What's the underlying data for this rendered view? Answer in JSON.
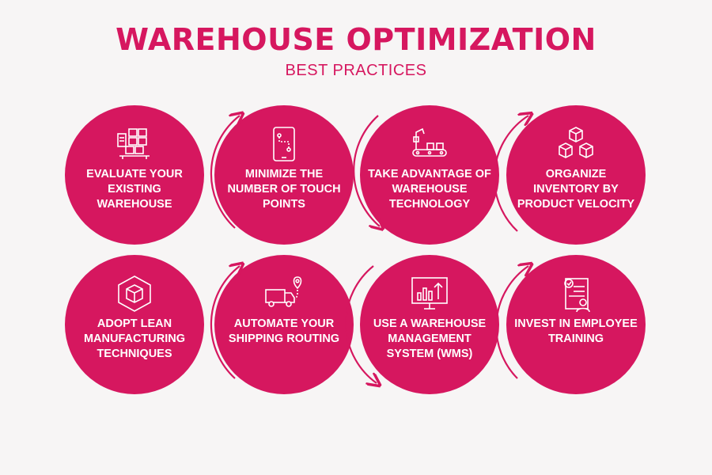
{
  "header": {
    "title": "WAREHOUSE OPTIMIZATION",
    "subtitle": "BEST PRACTICES"
  },
  "theme": {
    "accent": "#d6175f",
    "text_on_accent": "#ffffff",
    "background": "#f7f5f5"
  },
  "steps": [
    {
      "label": "EVALUATE YOUR EXISTING WAREHOUSE",
      "icon": "boxes-clipboard-icon"
    },
    {
      "label": "MINIMIZE THE NUMBER OF TOUCH POINTS",
      "icon": "tablet-route-icon"
    },
    {
      "label": "TAKE ADVANTAGE OF WAREHOUSE TECHNOLOGY",
      "icon": "conveyor-robot-arm-icon"
    },
    {
      "label": "ORGANIZE INVENTORY BY PRODUCT VELOCITY",
      "icon": "stacked-cubes-icon"
    },
    {
      "label": "ADOPT LEAN MANUFACTURING TECHNIQUES",
      "icon": "hexagon-box-icon"
    },
    {
      "label": "AUTOMATE YOUR SHIPPING ROUTING",
      "icon": "delivery-truck-location-icon"
    },
    {
      "label": "USE A WAREHOUSE MANAGEMENT SYSTEM (WMS)",
      "icon": "monitor-chart-icon"
    },
    {
      "label": "INVEST IN EMPLOYEE TRAINING",
      "icon": "document-worker-icon"
    }
  ]
}
